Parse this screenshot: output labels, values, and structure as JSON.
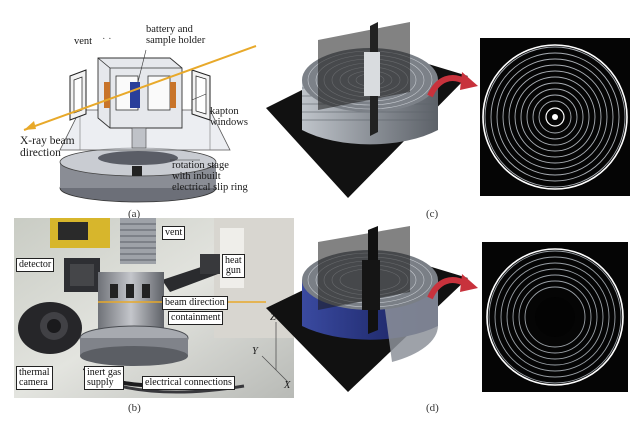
{
  "panel_a": {
    "caption": "(a)",
    "labels": {
      "vent": "vent",
      "battery_line1": "battery and",
      "battery_line2": "sample holder",
      "xray_line1": "X-ray beam",
      "xray_line2": "direction",
      "kapton_line1": "kapton",
      "kapton_line2": "windows",
      "rotation_line1": "rotation stage",
      "rotation_line2": "with inbuilt",
      "rotation_line3": "electrical slip ring"
    }
  },
  "panel_b": {
    "caption": "(b)",
    "labels": {
      "detector": "detector",
      "vent": "vent",
      "heat_gun_line1": "heat",
      "heat_gun_line2": "gun",
      "beam_direction": "beam direction",
      "containment": "containment",
      "thermal_line1": "thermal",
      "thermal_line2": "camera",
      "inert_line1": "inert gas",
      "inert_line2": "supply",
      "electrical": "electrical connections",
      "axis_z": "Z",
      "axis_y": "Y",
      "axis_x": "X"
    }
  },
  "panel_c": {
    "caption": "(c)"
  },
  "panel_d": {
    "caption": "(d)"
  },
  "colors": {
    "beam": "#e8a92a",
    "holder_blue": "#2a3f9a",
    "kapton_orange": "#c8742a",
    "arrow_red": "#c8323c",
    "model_grey": "#9aa0a6",
    "model_blue": "#2c3c8c"
  }
}
